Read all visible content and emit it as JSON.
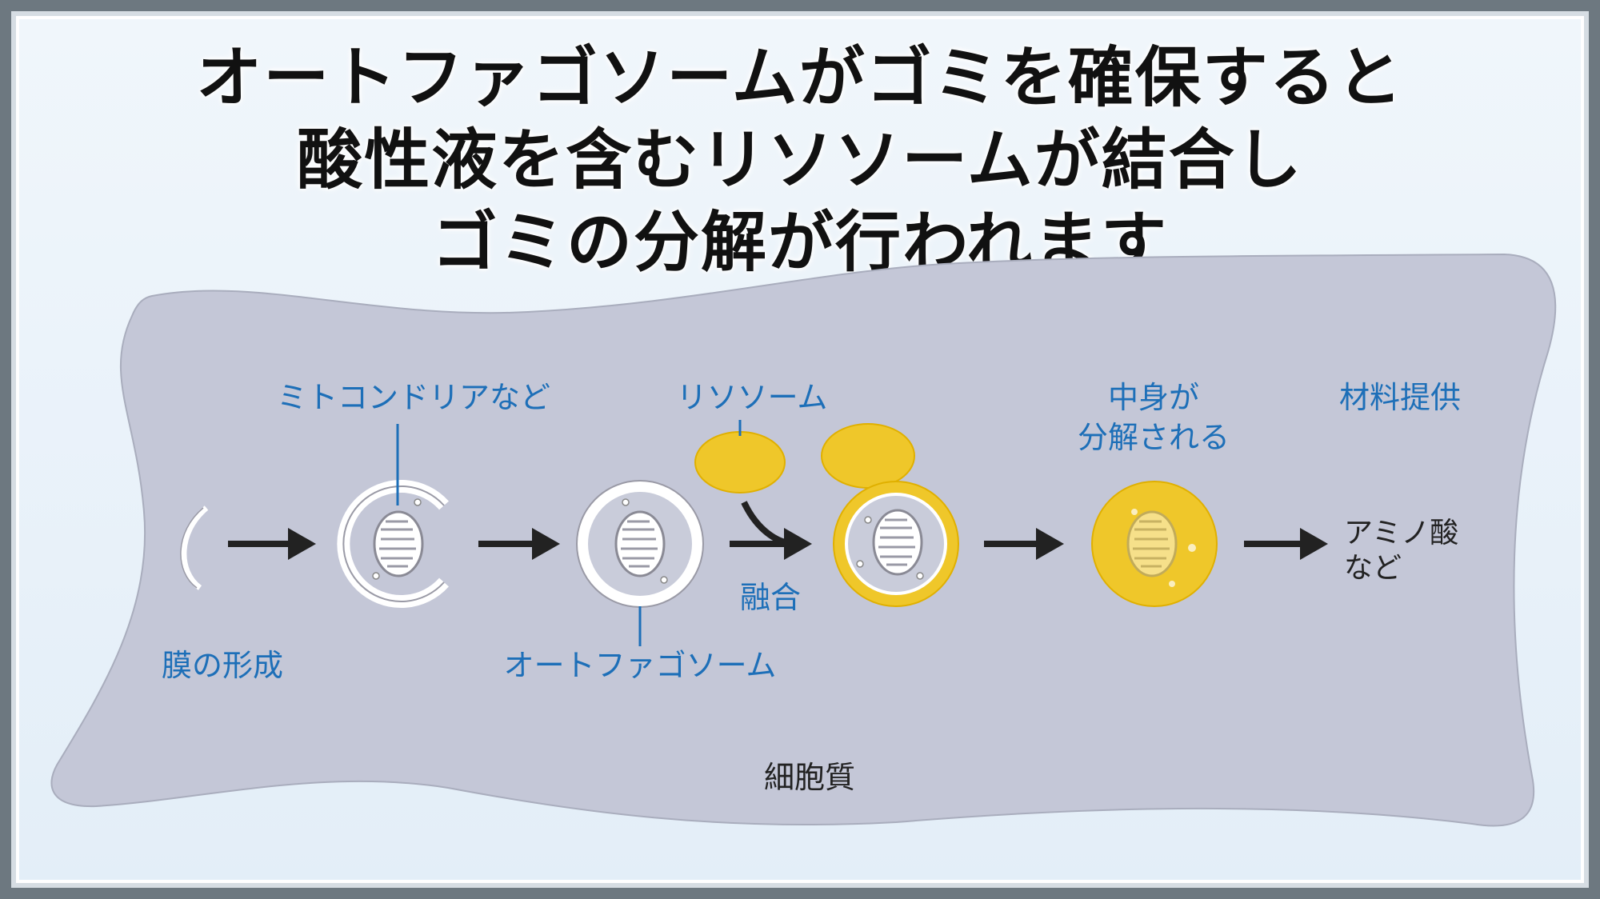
{
  "title": {
    "line1": "オートファゴソームがゴミを確保すると",
    "line2": "酸性液を含むリソソームが結合し",
    "line3": "ゴミの分解が行われます"
  },
  "labels": {
    "membrane_formation": "膜の形成",
    "mitochondria_etc": "ミトコンドリアなど",
    "autophagosome": "オートファゴソーム",
    "lysosome": "リソソーム",
    "fusion": "融合",
    "decomposed_line1": "中身が",
    "decomposed_line2": "分解される",
    "supply": "材料提供",
    "amino_line1": "アミノ酸",
    "amino_line2": "など",
    "cytoplasm": "細胞質"
  },
  "colors": {
    "label_blue": "#1d6fb8",
    "lysosome_yellow": "#efc72a",
    "cell_gray": "#c4c7d7"
  }
}
